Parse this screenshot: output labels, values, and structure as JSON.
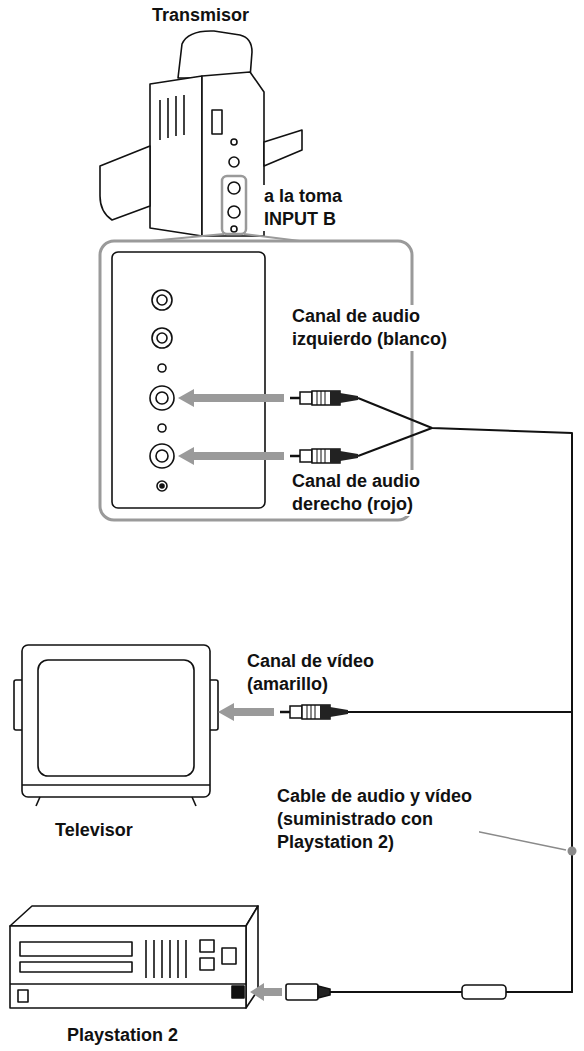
{
  "diagram": {
    "nodes": [
      {
        "text": [
          "Transmisor"
        ]
      },
      {
        "text": [
          "Televisor"
        ]
      },
      {
        "text": [
          "Playstation 2"
        ]
      }
    ],
    "edges": [
      {
        "from": 2,
        "to": 0,
        "arrow": "none"
      },
      {
        "from": 2,
        "to": 1,
        "arrow": "none"
      }
    ],
    "labels": [
      "a la toma INPUT B",
      "Canal de audio izquierdo (blanco)",
      "Canal de audio derecho (rojo)",
      "Canal de vídeo (amarillo)",
      "Cable de audio y vídeo (suministrado con Playstation 2)"
    ]
  }
}
